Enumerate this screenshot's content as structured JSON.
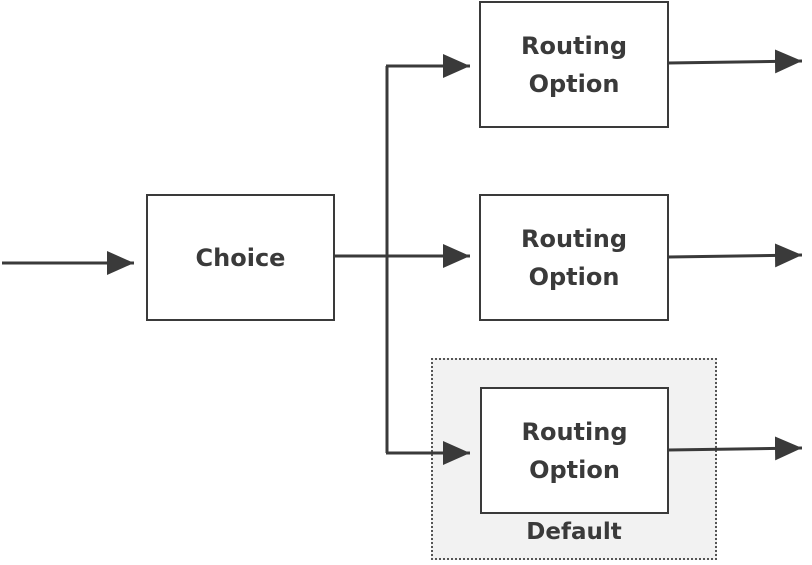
{
  "nodes": {
    "choice": {
      "label": "Choice"
    },
    "route_1": {
      "line1": "Routing",
      "line2": "Option"
    },
    "route_2": {
      "line1": "Routing",
      "line2": "Option"
    },
    "route_3": {
      "line1": "Routing",
      "line2": "Option"
    }
  },
  "group": {
    "default_label": "Default"
  },
  "colors": {
    "stroke": "#3a3a3a",
    "group_border": "#555555",
    "group_fill": "#f2f2f2",
    "background": "#ffffff"
  }
}
